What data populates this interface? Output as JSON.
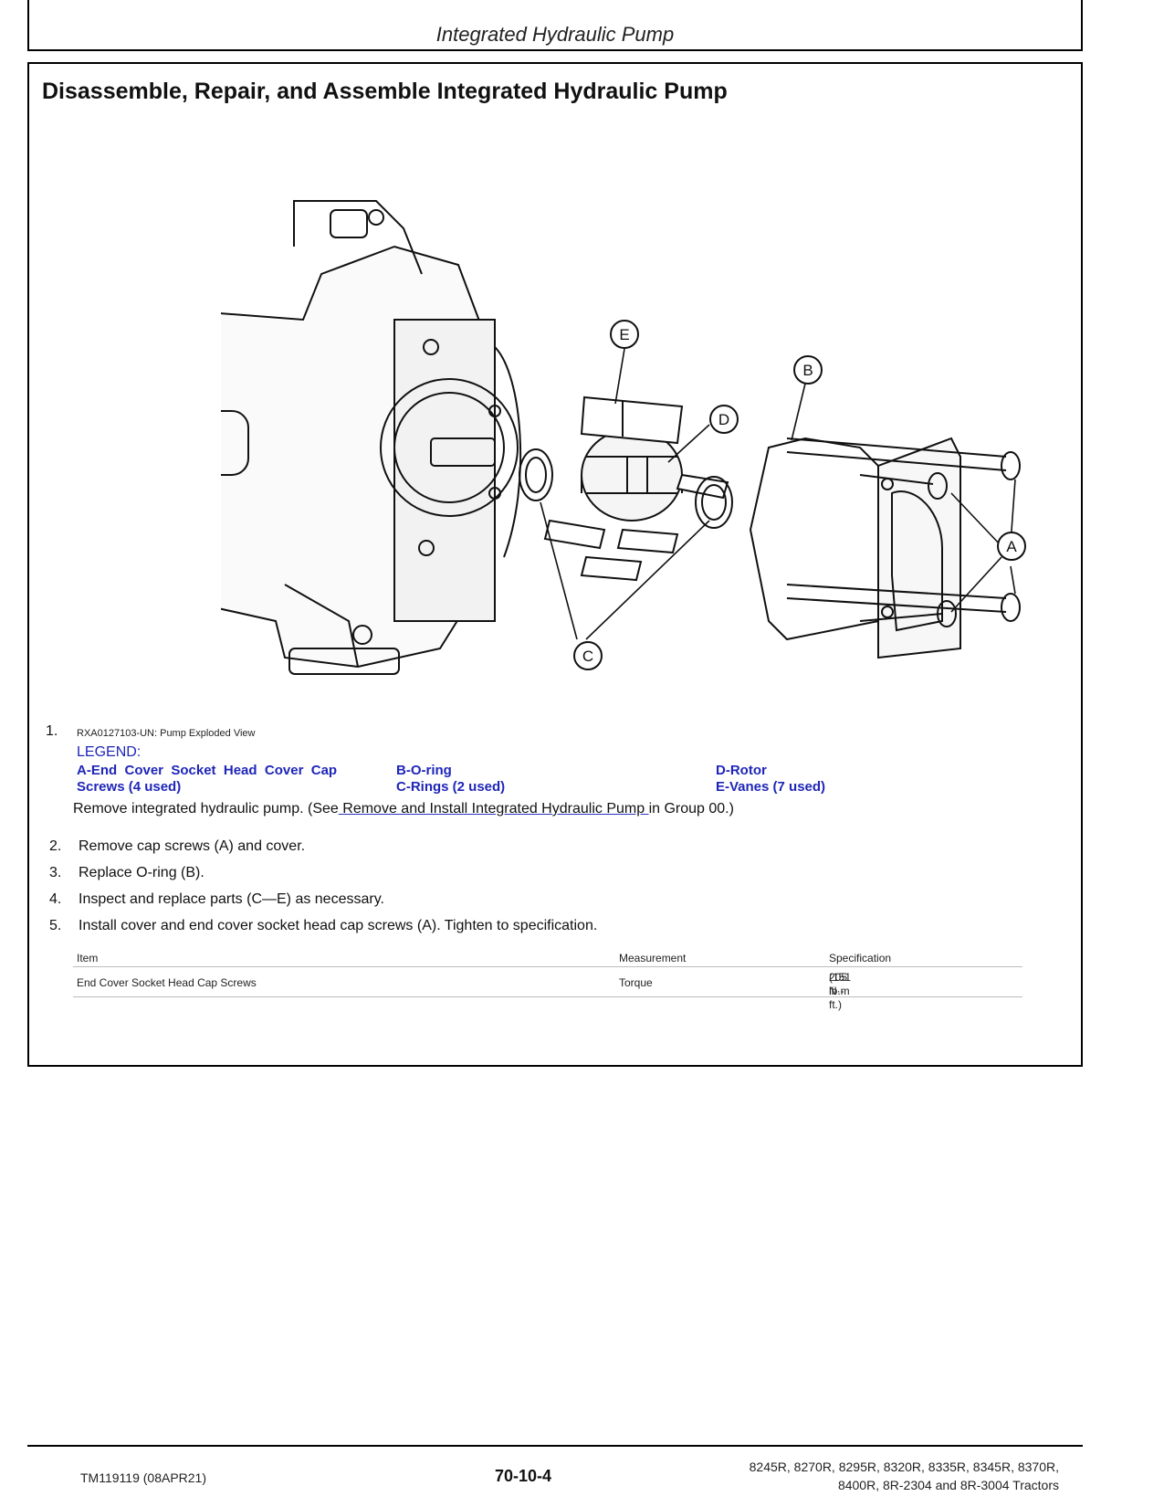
{
  "header": {
    "title": "Integrated Hydraulic Pump"
  },
  "section": {
    "title": "Disassemble, Repair, and Assemble Integrated Hydraulic Pump"
  },
  "figure": {
    "callouts": [
      "E",
      "B",
      "D",
      "A",
      "C"
    ]
  },
  "caption": {
    "number": "1.",
    "text": "RXA0127103-UN: Pump Exploded View"
  },
  "legend": {
    "title": "LEGEND:",
    "items": {
      "a_line1": "A-End  Cover  Socket  Head  Cover  Cap",
      "a_line2": "Screws (4 used)",
      "b": "B-O-ring",
      "c": "C-Rings (2 used)",
      "d": "D-Rotor",
      "e": "E-Vanes (7 used)"
    }
  },
  "step1": {
    "before": "Remove integrated hydraulic pump. (See",
    "link": " Remove and Install Integrated Hydraulic Pump ",
    "after": "in Group 00.)"
  },
  "steps": [
    {
      "num": "2.",
      "text": "Remove cap screws (A) and cover."
    },
    {
      "num": "3.",
      "text": "Replace O-ring (B)."
    },
    {
      "num": "4.",
      "text": "Inspect and replace parts (C—E) as necessary."
    },
    {
      "num": "5.",
      "text": "Install cover and end cover socket head cap screws (A). Tighten to specification."
    }
  ],
  "spec_table": {
    "headers": [
      "Item",
      "Measurement",
      "Specification"
    ],
    "row": {
      "item": "End Cover Socket Head Cap Screws",
      "measurement": "Torque",
      "spec_line1": "205 N·m",
      "spec_line2": "(151 lb.-ft.)"
    }
  },
  "footer": {
    "left": "TM119119 (08APR21)",
    "center": "70-10-4",
    "right_line1": "8245R, 8270R, 8295R, 8320R, 8335R, 8345R, 8370R,",
    "right_line2": "8400R, 8R-2304 and 8R-3004 Tractors"
  }
}
